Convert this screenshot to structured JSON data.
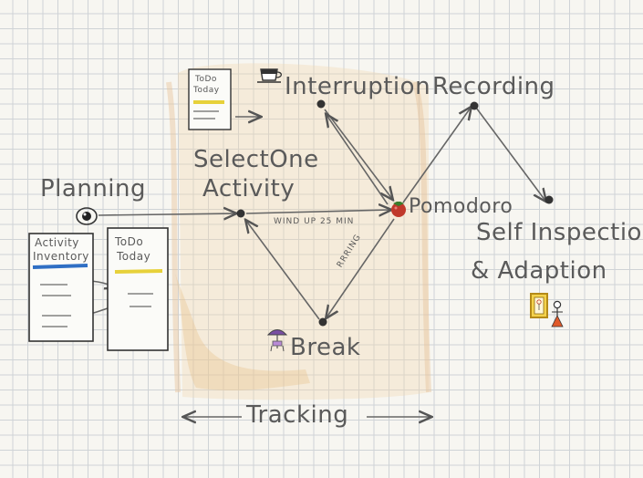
{
  "diagram": {
    "nodes": {
      "planning": "Planning",
      "select_activity_line1": "SelectOne",
      "select_activity_line2": "Activity",
      "interruption": "Interruption",
      "recording": "Recording",
      "pomodoro": "Pomodoro",
      "self_inspection_line1": "Self Inspection",
      "self_inspection_line2": "& Adaption",
      "break": "Break",
      "tracking": "Tracking"
    },
    "edge_labels": {
      "wind_up": "WIND UP 25 MIN",
      "rrring": "RRRING"
    },
    "documents": {
      "todo_small": [
        "ToDo",
        "Today"
      ],
      "activity_inventory": [
        "Activity",
        "Inventory"
      ],
      "todo_large": [
        "ToDo",
        "Today"
      ]
    }
  },
  "colors": {
    "ink": "#555555",
    "grid": "#cfd3d6",
    "paper": "#f7f6f1",
    "watercolor": "#f0d6b0",
    "highlight_yellow": "#e7d13a",
    "highlight_blue": "#2f6fc4",
    "tomato": "#c0392b"
  }
}
